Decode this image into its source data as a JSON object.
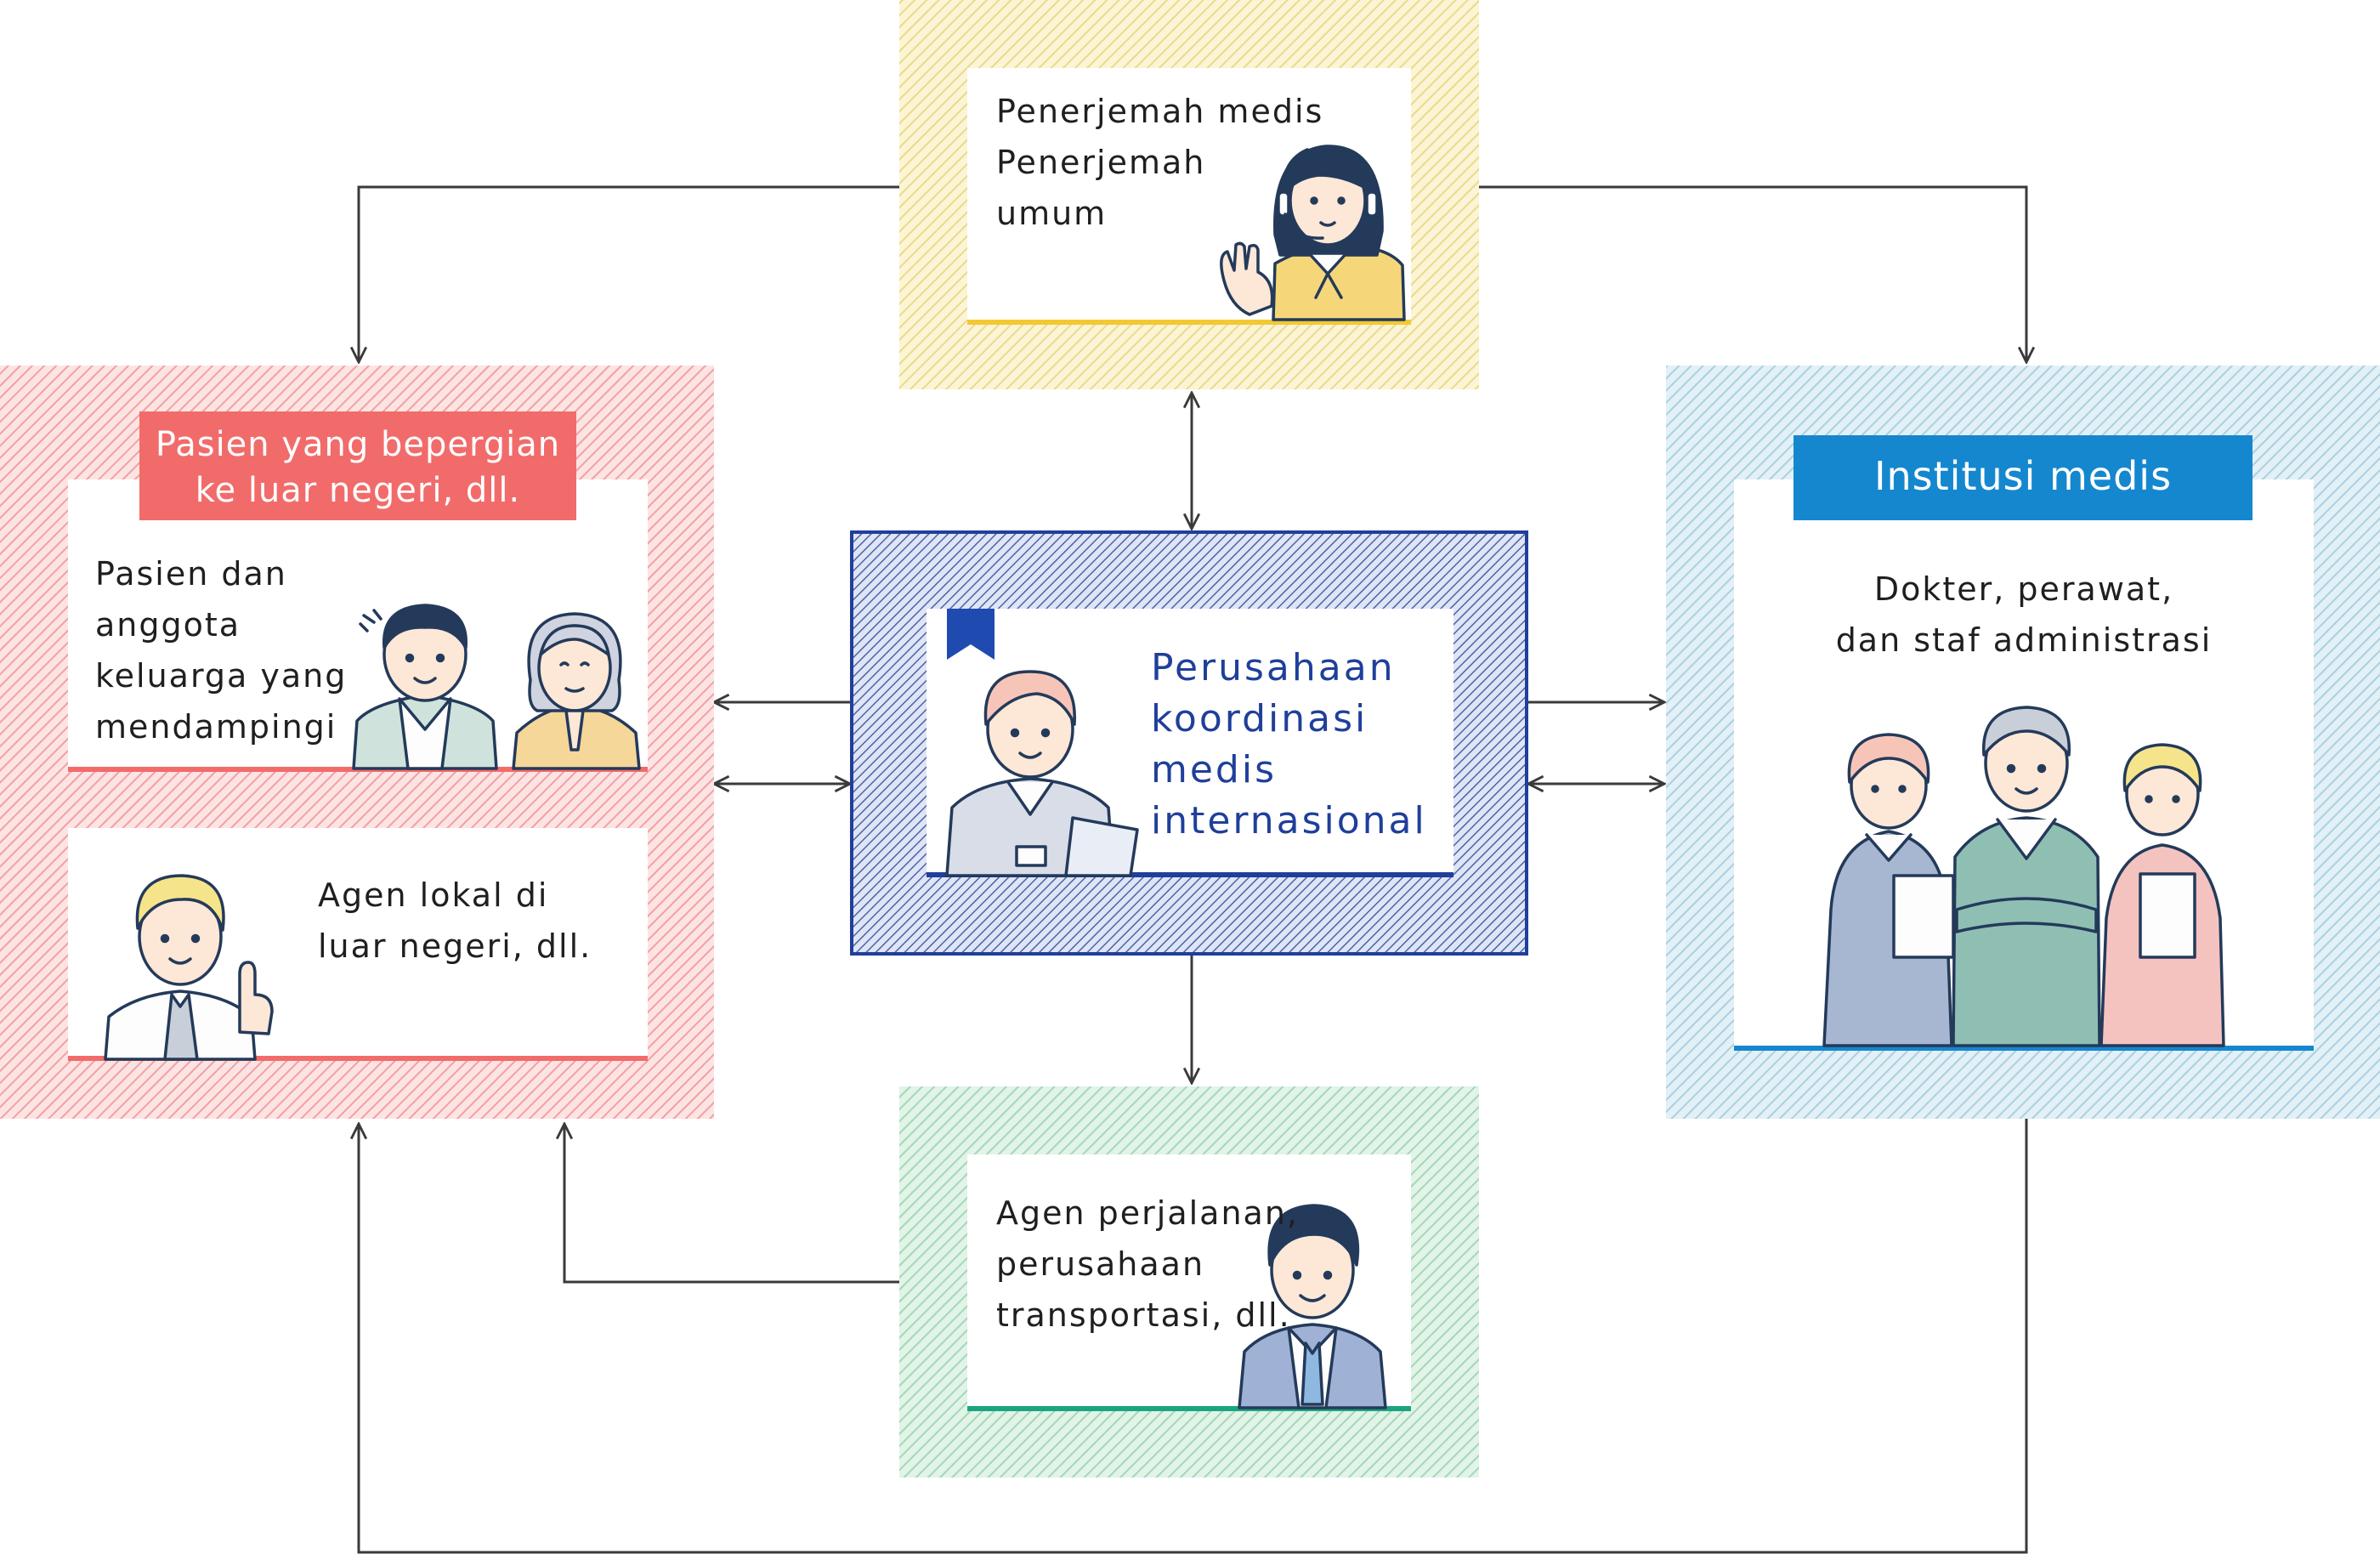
{
  "translator_box": {
    "lines": [
      "Penerjemah medis",
      "Penerjemah",
      "umum"
    ]
  },
  "patient_group": {
    "header_lines": [
      "Pasien yang bepergian",
      "ke luar negeri, dll."
    ],
    "patients_text_lines": [
      "Pasien dan",
      "anggota",
      "keluarga yang",
      "mendampingi"
    ],
    "agent_text_lines": [
      "Agen lokal di",
      "luar negeri, dll."
    ]
  },
  "coordinator": {
    "lines": [
      "Perusahaan",
      "koordinasi",
      "medis",
      "internasional"
    ]
  },
  "institution": {
    "header": "Institusi medis",
    "text_lines": [
      "Dokter, perawat,",
      "dan staf administrasi"
    ]
  },
  "travel_box": {
    "lines": [
      "Agen perjalanan,",
      "perusahaan",
      "transportasi, dll."
    ]
  },
  "colors": {
    "yellow_hatch": "#f1e39a",
    "red_hatch": "#f19a9a",
    "blue_hatch": "#9fcbe0",
    "green_hatch": "#9fd6b6",
    "navy": "#1f3f9a",
    "red_tag": "#f26b6b",
    "blue_tag": "#1587cf",
    "arrow": "#3a3a3a"
  }
}
